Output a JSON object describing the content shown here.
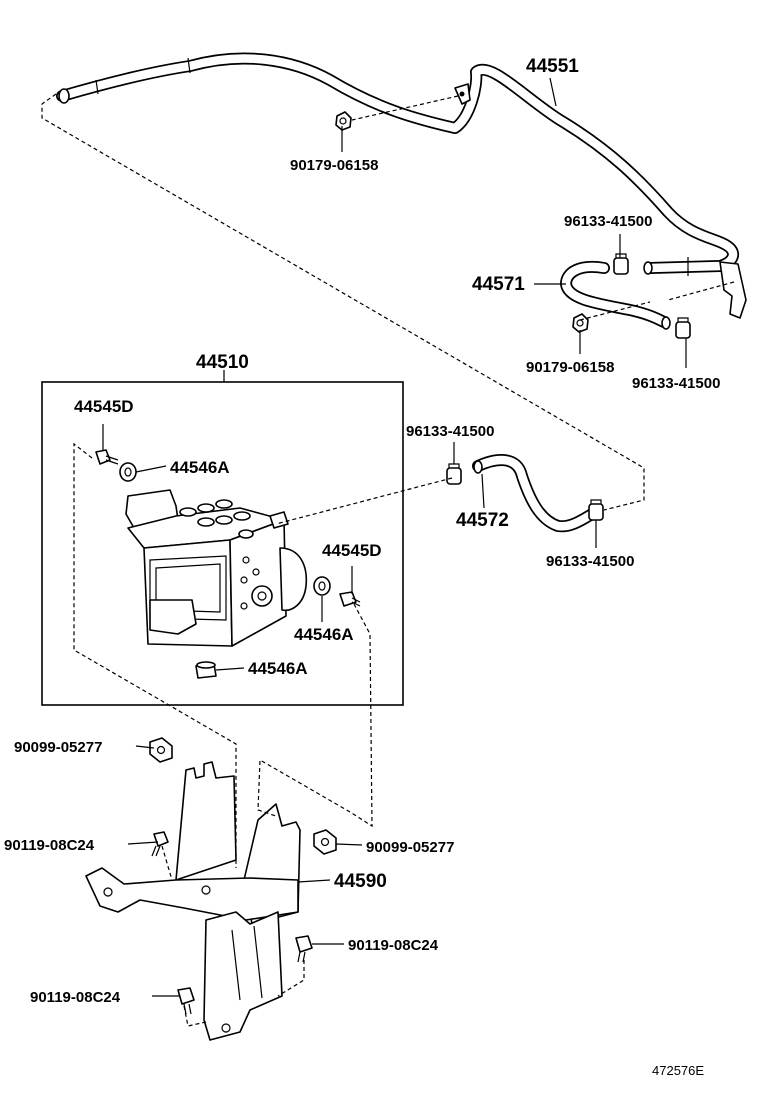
{
  "labels": {
    "p44551": "44551",
    "p90179_top": "90179-06158",
    "p96133_a": "96133-41500",
    "p44571": "44571",
    "p90179_mid": "90179-06158",
    "p96133_b": "96133-41500",
    "p44510": "44510",
    "p44545D_a": "44545D",
    "p44546A_a": "44546A",
    "p96133_c": "96133-41500",
    "p44572": "44572",
    "p96133_d": "96133-41500",
    "p44545D_b": "44545D",
    "p44546A_b": "44546A",
    "p44546A_c": "44546A",
    "p90099_a": "90099-05277",
    "p90119_a": "90119-08C24",
    "p90099_b": "90099-05277",
    "p44590": "44590",
    "p90119_b": "90119-08C24",
    "p90119_c": "90119-08C24"
  },
  "figure_ref": "472576E"
}
